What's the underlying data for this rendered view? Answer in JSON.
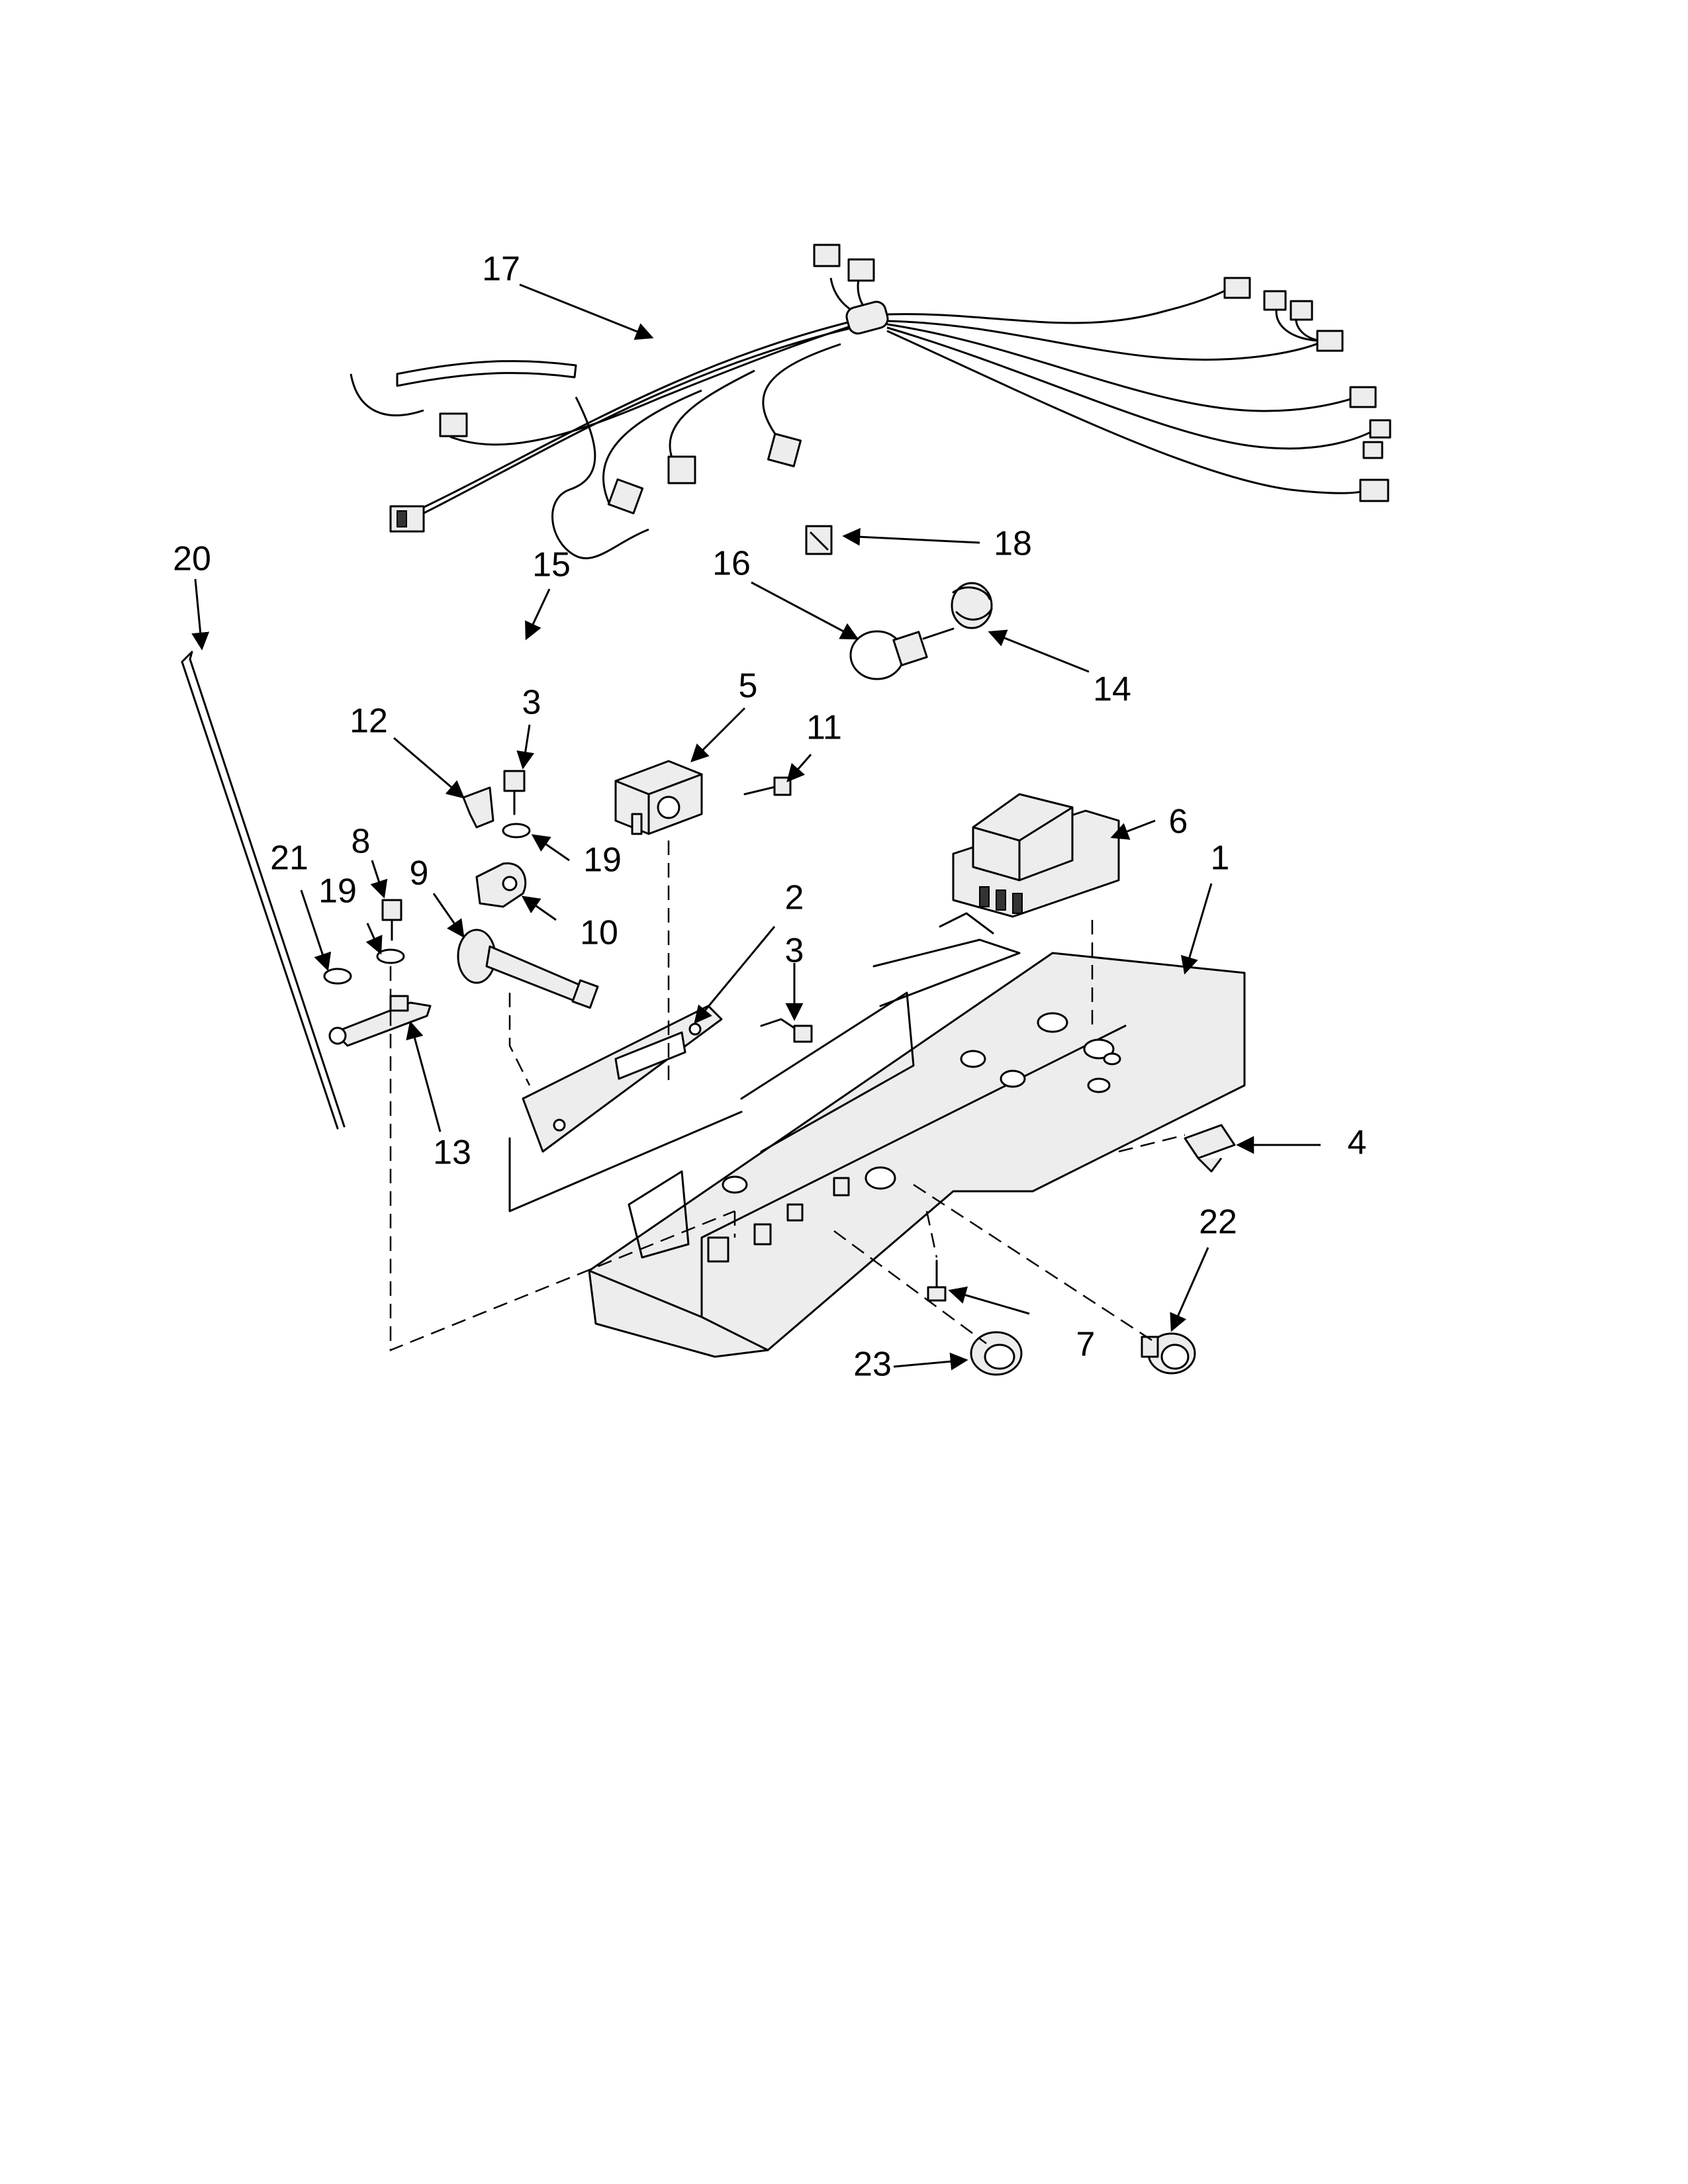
{
  "callouts": [
    {
      "id": "1",
      "label": "1"
    },
    {
      "id": "2",
      "label": "2"
    },
    {
      "id": "3a",
      "label": "3"
    },
    {
      "id": "3b",
      "label": "3"
    },
    {
      "id": "4",
      "label": "4"
    },
    {
      "id": "5",
      "label": "5"
    },
    {
      "id": "6",
      "label": "6"
    },
    {
      "id": "7",
      "label": "7"
    },
    {
      "id": "8",
      "label": "8"
    },
    {
      "id": "9",
      "label": "9"
    },
    {
      "id": "10",
      "label": "10"
    },
    {
      "id": "11",
      "label": "11"
    },
    {
      "id": "12",
      "label": "12"
    },
    {
      "id": "13",
      "label": "13"
    },
    {
      "id": "14",
      "label": "14"
    },
    {
      "id": "15",
      "label": "15"
    },
    {
      "id": "16",
      "label": "16"
    },
    {
      "id": "17",
      "label": "17"
    },
    {
      "id": "18",
      "label": "18"
    },
    {
      "id": "19a",
      "label": "19"
    },
    {
      "id": "19b",
      "label": "19"
    },
    {
      "id": "20",
      "label": "20"
    },
    {
      "id": "21",
      "label": "21"
    },
    {
      "id": "22",
      "label": "22"
    },
    {
      "id": "23",
      "label": "23"
    }
  ],
  "colors": {
    "line": "#000000",
    "part_fill": "#ededed",
    "background": "#ffffff"
  }
}
